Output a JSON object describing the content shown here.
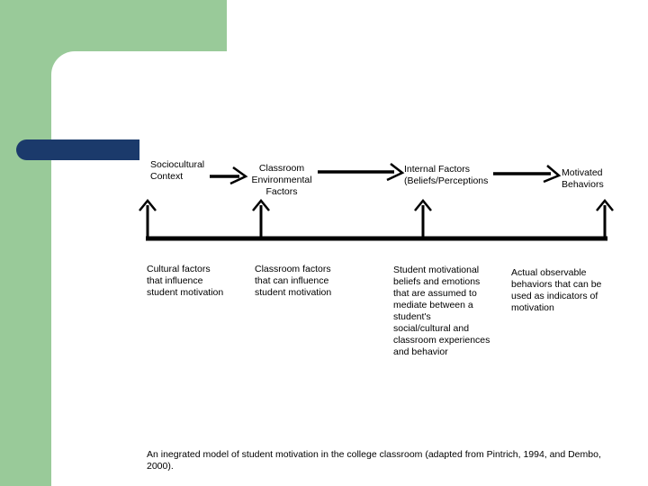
{
  "colors": {
    "background_green": "#99CA99",
    "bullet_navy": "#1B3A6B",
    "diagram_black": "#000000"
  },
  "diagram": {
    "nodes": [
      {
        "label": "Sociocultural\nContext"
      },
      {
        "label": "Classroom\nEnvironmental\nFactors"
      },
      {
        "label": "Internal Factors\n(Beliefs/Perceptions"
      },
      {
        "label": "Motivated\nBehaviors"
      }
    ],
    "descriptions": [
      {
        "text": "Cultural factors\nthat influence\nstudent motivation"
      },
      {
        "text": "Classroom factors\nthat can influence\nstudent motivation"
      },
      {
        "text": "Student motivational\nbeliefs and emotions\nthat are assumed to\nmediate between a\nstudent's\nsocial/cultural and\nclassroom experiences\nand behavior"
      },
      {
        "text": "Actual observable\nbehaviors that can be\nused as indicators of\nmotivation"
      }
    ]
  },
  "caption": "An inegrated model of student motivation in the college classroom (adapted from Pintrich, 1994, and Dembo,\n2000)."
}
